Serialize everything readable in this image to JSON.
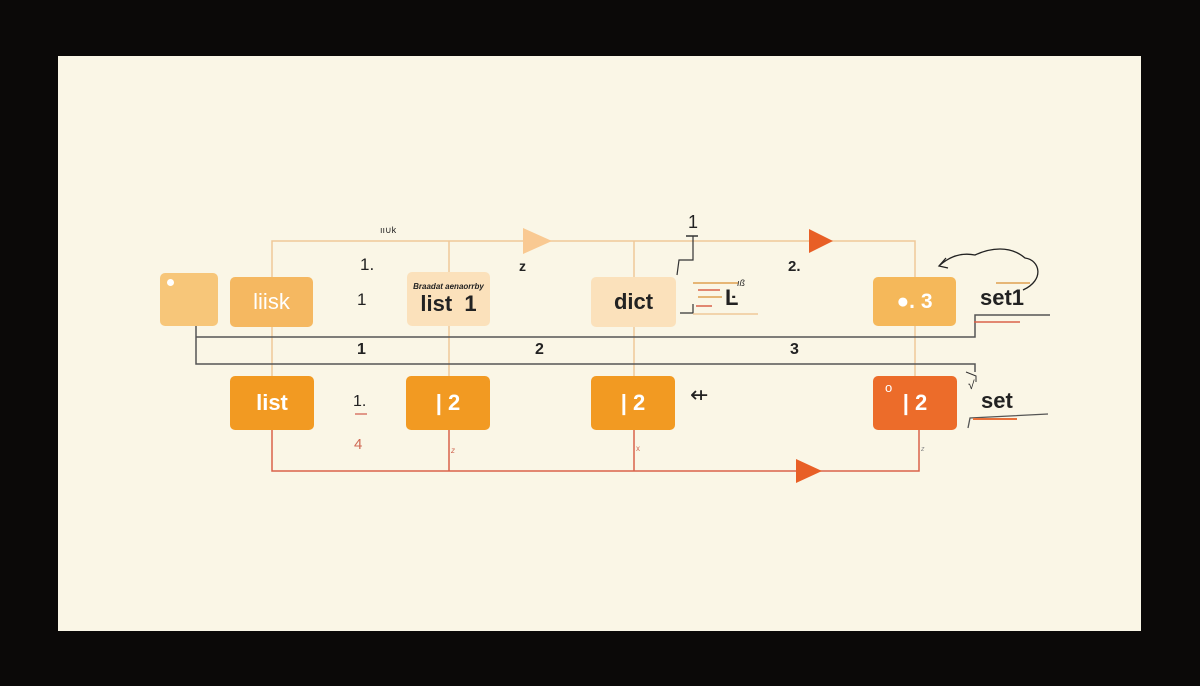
{
  "diagram": {
    "background": "#faf6e6",
    "frame_color": "#0b0908",
    "colors": {
      "light_peach": "#f9deb0",
      "light_orange": "#f5c073",
      "medium_orange": "#f3ae52",
      "orange": "#f29a22",
      "deep_orange": "#ec6c2a",
      "line_tan": "#f0c898",
      "line_red": "#d9624a",
      "line_dark": "#555555"
    },
    "top_labels": {
      "header_small": "ıı∪k",
      "num_1_top": "1.",
      "num_1_mid": "1",
      "z_label": "z",
      "one_overline": "1",
      "two_label": "2."
    },
    "top_row": {
      "dot_box": {
        "label": "•"
      },
      "liisk_box": {
        "label": "liisk"
      },
      "list1_box": {
        "caption": "Braadat aenaorrby",
        "label": "list  1"
      },
      "dict_box": {
        "label": "dict"
      },
      "dict_glyph": "Ŀ",
      "dict_glyph_sup": "ıß",
      "o3_box": {
        "label": "●. 3"
      },
      "set1_label": "set1"
    },
    "band_numbers": [
      "1",
      "2",
      "3"
    ],
    "bottom_row": {
      "list_box": {
        "label": "list"
      },
      "box_a": {
        "label": "| 2"
      },
      "box_b": {
        "label": "| 2"
      },
      "box_c": {
        "sup": "o",
        "label": "| 2"
      },
      "one_underlined": "1.",
      "four_label": "4",
      "small_z": "z",
      "small_x": "x",
      "small_z2": "z",
      "scribble_glyph": "⇷",
      "v_label": "√",
      "set_label": "set"
    }
  }
}
